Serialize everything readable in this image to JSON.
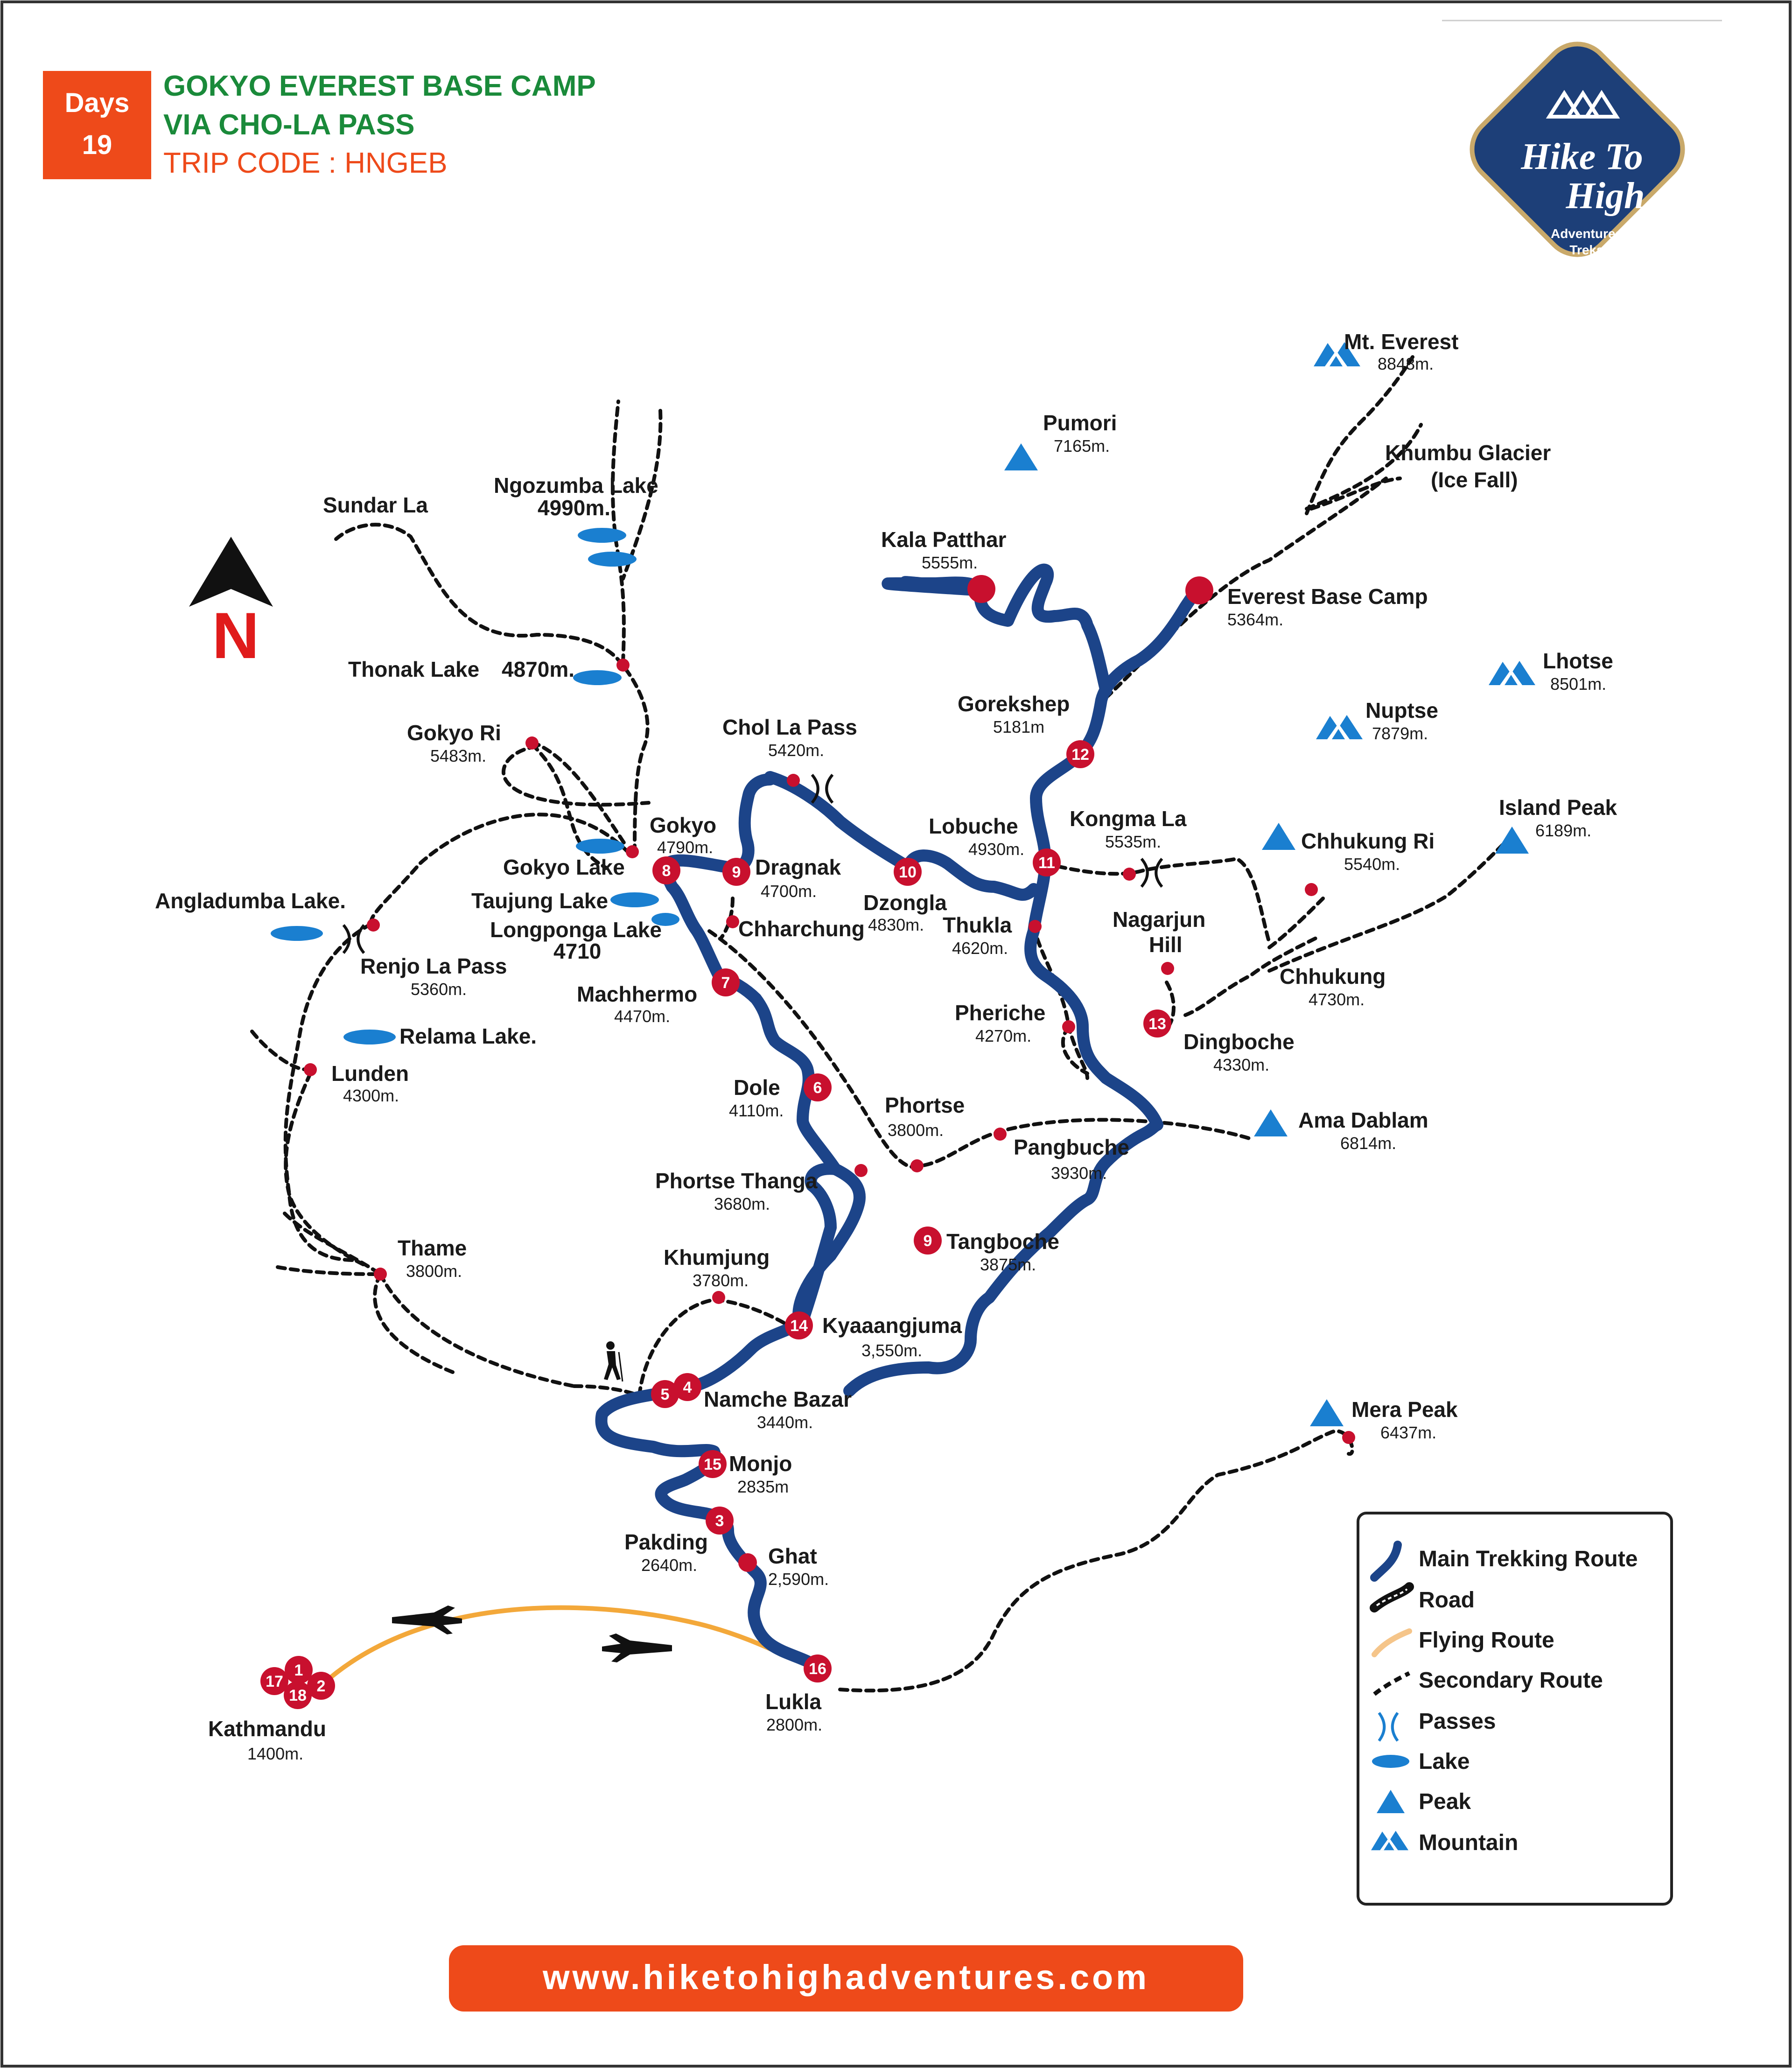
{
  "header": {
    "days_label": "Days",
    "days_value": "19",
    "title_line1": "GOKYO EVEREST BASE CAMP",
    "title_line2": "VIA CHO-LA PASS",
    "trip_code": "TRIP CODE : HNGEB"
  },
  "logo": {
    "name_line1": "Hike To",
    "name_line2": "High",
    "tag_line1": "Adventures",
    "tag_line2": "Treks"
  },
  "north": {
    "label": "N"
  },
  "places": {
    "mt_everest": {
      "name": "Mt. Everest",
      "alt": "8848m."
    },
    "khumbu": {
      "name1": "Khumbu Glacier",
      "name2": "(Ice Fall)"
    },
    "pumori": {
      "name": "Pumori",
      "alt": "7165m."
    },
    "kala_patthar": {
      "name": "Kala Patthar",
      "alt": "5555m."
    },
    "ebc": {
      "name": "Everest Base Camp",
      "alt": "5364m."
    },
    "lhotse": {
      "name": "Lhotse",
      "alt": "8501m."
    },
    "nuptse": {
      "name": "Nuptse",
      "alt": "7879m."
    },
    "gorekshep": {
      "name": "Gorekshep",
      "alt": "5181m"
    },
    "island_peak": {
      "name": "Island Peak",
      "alt": "6189m."
    },
    "chhukung_ri": {
      "name": "Chhukung Ri",
      "alt": "5540m."
    },
    "kongma_la": {
      "name": "Kongma La",
      "alt": "5535m."
    },
    "lobuche": {
      "name": "Lobuche",
      "alt": "4930m."
    },
    "chol_la": {
      "name": "Chol La Pass",
      "alt": "5420m."
    },
    "ngozumba": {
      "name": "Ngozumba Lake",
      "alt": "4990m."
    },
    "sundar_la": {
      "name": "Sundar La"
    },
    "thonak": {
      "name": "Thonak Lake",
      "alt": "4870m."
    },
    "gokyo_ri": {
      "name": "Gokyo Ri",
      "alt": "5483m."
    },
    "gokyo": {
      "name": "Gokyo",
      "alt": "4790m."
    },
    "gokyo_lake": {
      "name": "Gokyo Lake"
    },
    "dragnak": {
      "name": "Dragnak",
      "alt": "4700m."
    },
    "dzongla": {
      "name": "Dzongla",
      "alt": "4830m."
    },
    "thukla": {
      "name": "Thukla",
      "alt": "4620m."
    },
    "nagarjun": {
      "name1": "Nagarjun",
      "name2": "Hill"
    },
    "chhukung": {
      "name": "Chhukung",
      "alt": "4730m."
    },
    "angladumba": {
      "name": "Angladumba Lake."
    },
    "taujung": {
      "name": "Taujung Lake"
    },
    "longponga": {
      "name": "Longponga Lake",
      "alt": "4710"
    },
    "chharchung": {
      "name": "Chharchung"
    },
    "renjo": {
      "name": "Renjo La Pass",
      "alt": "5360m."
    },
    "machhermo": {
      "name": "Machhermo",
      "alt": "4470m."
    },
    "pheriche": {
      "name": "Pheriche",
      "alt": "4270m."
    },
    "dingboche": {
      "name": "Dingboche",
      "alt": "4330m."
    },
    "relama": {
      "name": "Relama Lake."
    },
    "lunden": {
      "name": "Lunden",
      "alt": "4300m."
    },
    "dole": {
      "name": "Dole",
      "alt": "4110m."
    },
    "phortse": {
      "name": "Phortse",
      "alt": "3800m."
    },
    "ama_dablam": {
      "name": "Ama Dablam",
      "alt": "6814m."
    },
    "pangbuche": {
      "name": "Pangbuche",
      "alt": "3930m."
    },
    "phortse_thanga": {
      "name": "Phortse Thanga",
      "alt": "3680m."
    },
    "thame": {
      "name": "Thame",
      "alt": "3800m."
    },
    "tangboche": {
      "name": "Tangboche",
      "alt": "3875m."
    },
    "khumjung": {
      "name": "Khumjung",
      "alt": "3780m."
    },
    "kyaaangjuma": {
      "name": "Kyaaangjuma",
      "alt": "3,550m."
    },
    "namche": {
      "name": "Namche Bazar",
      "alt": "3440m."
    },
    "mera_peak": {
      "name": "Mera Peak",
      "alt": "6437m."
    },
    "monjo": {
      "name": "Monjo",
      "alt": "2835m"
    },
    "pakding": {
      "name": "Pakding",
      "alt": "2640m."
    },
    "ghat": {
      "name": "Ghat",
      "alt": "2,590m."
    },
    "lukla": {
      "name": "Lukla",
      "alt": "2800m."
    },
    "kathmandu": {
      "name": "Kathmandu",
      "alt": "1400m."
    }
  },
  "stops": {
    "s1": "1",
    "s2": "2",
    "s3": "3",
    "s4": "4",
    "s5": "5",
    "s6": "6",
    "s7": "7",
    "s8": "8",
    "s9a": "9",
    "s9b": "9",
    "s10": "10",
    "s11": "11",
    "s12": "12",
    "s13": "13",
    "s14": "14",
    "s15": "15",
    "s16": "16",
    "s17": "17",
    "s18": "18"
  },
  "legend": {
    "main_route": "Main Trekking Route",
    "road": "Road",
    "flying": "Flying Route",
    "secondary": "Secondary Route",
    "passes": "Passes",
    "lake": "Lake",
    "peak": "Peak",
    "mountain": "Mountain"
  },
  "footer": {
    "url": "www.hiketohighadventures.com"
  },
  "colors": {
    "route_blue": "#1c4489",
    "stop_red": "#c8102e",
    "header_orange": "#ee4a1a",
    "title_green": "#1a8a3a",
    "lake_blue": "#1a7fd0",
    "flight_orange": "#f3a83a"
  }
}
